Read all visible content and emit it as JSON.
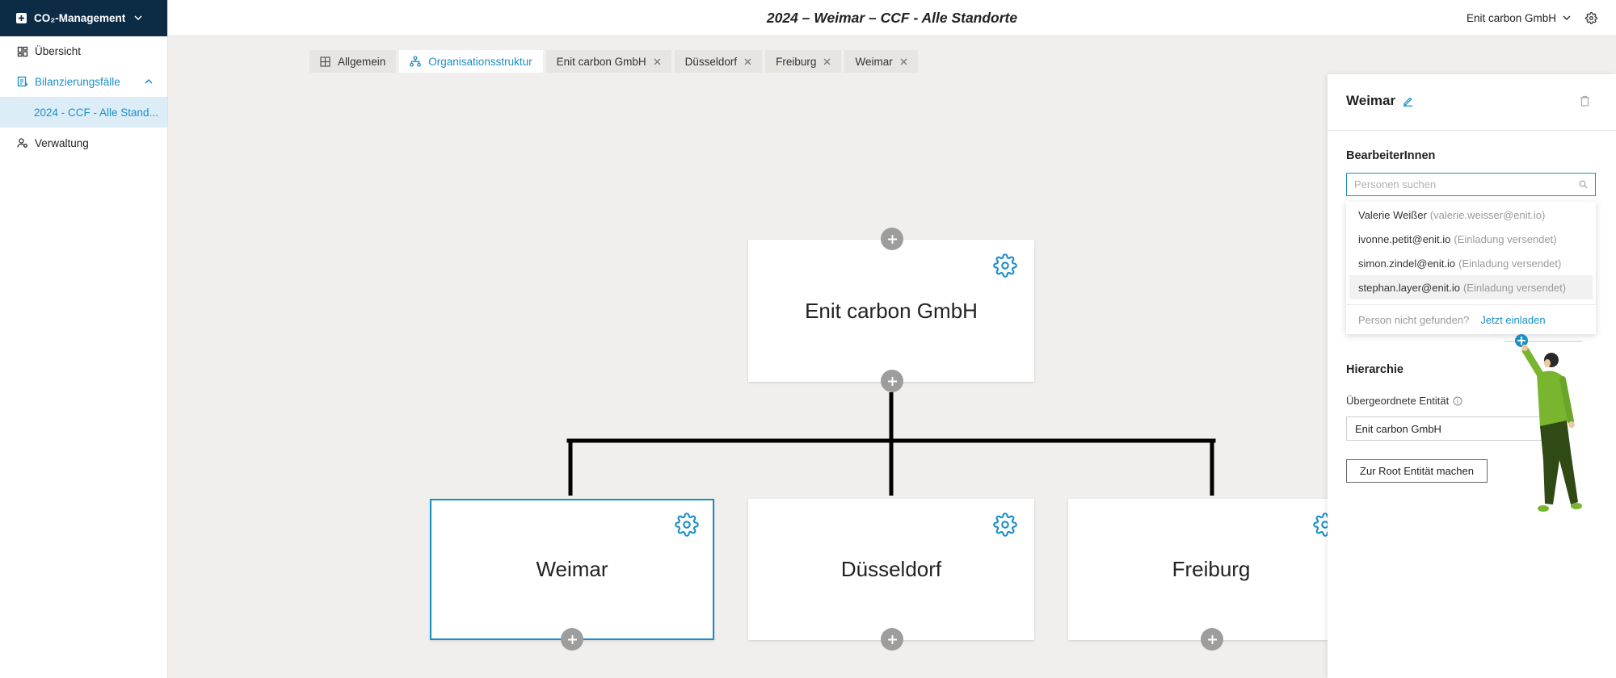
{
  "sidebar": {
    "module": {
      "label": "CO₂-Management",
      "icon": "plus-square-icon"
    },
    "items": [
      {
        "label": "Übersicht",
        "icon": "dashboard-icon"
      },
      {
        "label": "Bilanzierungsfälle",
        "icon": "balance-document-icon",
        "expanded": true,
        "active": true
      },
      {
        "label": "2024 - CCF - Alle Stand...",
        "selected": true
      },
      {
        "label": "Verwaltung",
        "icon": "admin-users-icon"
      }
    ]
  },
  "header": {
    "title": "2024 – Weimar – CCF - Alle Standorte",
    "organization": "Enit carbon GmbH"
  },
  "tabs": [
    {
      "label": "Allgemein",
      "icon": "grid-icon",
      "closable": false
    },
    {
      "label": "Organisationsstruktur",
      "icon": "org-structure-icon",
      "active": true,
      "closable": false
    },
    {
      "label": "Enit carbon GmbH",
      "closable": true
    },
    {
      "label": "Düsseldorf",
      "closable": true
    },
    {
      "label": "Freiburg",
      "closable": true
    },
    {
      "label": "Weimar",
      "closable": true
    }
  ],
  "org_chart": {
    "root": {
      "label": "Enit carbon GmbH"
    },
    "children": [
      {
        "label": "Weimar",
        "selected": true
      },
      {
        "label": "Düsseldorf"
      },
      {
        "label": "Freiburg"
      }
    ]
  },
  "panel": {
    "entity_name": "Weimar",
    "editors": {
      "heading": "BearbeiterInnen",
      "search_placeholder": "Personen suchen",
      "suggestions": [
        {
          "name": "Valerie Weißer",
          "detail": "(valerie.weisser@enit.io)"
        },
        {
          "name": "ivonne.petit@enit.io",
          "detail": "(Einladung versendet)"
        },
        {
          "name": "simon.zindel@enit.io",
          "detail": "(Einladung versendet)"
        },
        {
          "name": "stephan.layer@enit.io",
          "detail": "(Einladung versendet)",
          "highlighted": true
        }
      ],
      "not_found_text": "Person nicht gefunden?",
      "invite_link": "Jetzt einladen"
    },
    "hierarchy": {
      "heading": "Hierarchie",
      "parent_label": "Übergeordnete Entität",
      "parent_value": "Enit carbon GmbH",
      "make_root_button": "Zur Root Entität machen"
    }
  },
  "colors": {
    "accent": "#1a8fc7",
    "sidebar_header": "#0c2b45",
    "canvas": "#f0efed",
    "connector": "#000000",
    "illustration_green": "#7ab52f"
  }
}
